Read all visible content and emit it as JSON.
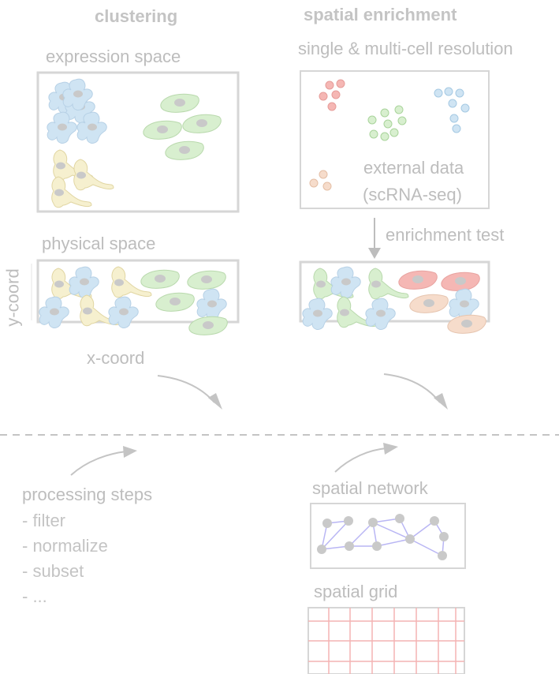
{
  "headers": {
    "clustering": "clustering",
    "spatial_enrichment": "spatial enrichment"
  },
  "labels": {
    "expression_space": "expression space",
    "single_multi_cell": "single & multi-cell resolution",
    "external_data_1": "external data",
    "external_data_2": "(scRNA-seq)",
    "physical_space": "physical space",
    "enrichment_test": "enrichment test",
    "y_coord": "y-coord",
    "x_coord": "x-coord",
    "spatial_network": "spatial network",
    "spatial_grid": "spatial grid"
  },
  "processing": {
    "title": "processing steps",
    "steps": [
      "- filter",
      "- normalize",
      "- subset",
      "- ..."
    ]
  },
  "colors": {
    "text": "#bdbdbd",
    "box_border": "#d6d6d6",
    "blue_cell": "#cfe4f3",
    "green_cell": "#d8efcf",
    "yellow_cell": "#f6f0cf",
    "red_cell": "#f5b7b4",
    "peach_cell": "#f6dccb",
    "nucleus": "#c9c9c9",
    "network_edge": "#b9b6f4",
    "grid_line": "#f4b3b3"
  },
  "icons": [
    "down-arrow-icon",
    "curved-arrow-icon"
  ]
}
